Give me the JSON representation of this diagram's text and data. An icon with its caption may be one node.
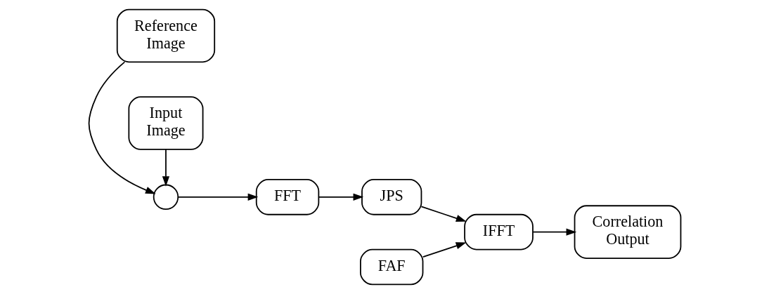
{
  "diagram": {
    "nodes": [
      {
        "text": [
          "Reference Image"
        ]
      },
      {
        "text": [
          "Input Image"
        ]
      },
      {
        "text": [],
        "shape": "circle"
      },
      {
        "text": [
          "FFT"
        ]
      },
      {
        "text": [
          "JPS"
        ]
      },
      {
        "text": [
          "FAF"
        ]
      },
      {
        "text": [
          "IFFT"
        ]
      },
      {
        "text": [
          "Correlation Output"
        ]
      }
    ],
    "edges": [
      {
        "from": 0,
        "to": 2,
        "arrow": "to"
      },
      {
        "from": 1,
        "to": 2,
        "arrow": "to"
      },
      {
        "from": 2,
        "to": 3,
        "arrow": "to"
      },
      {
        "from": 3,
        "to": 4,
        "arrow": "to"
      },
      {
        "from": 4,
        "to": 6,
        "arrow": "to"
      },
      {
        "from": 5,
        "to": 6,
        "arrow": "to"
      },
      {
        "from": 6,
        "to": 7,
        "arrow": "to"
      }
    ]
  }
}
